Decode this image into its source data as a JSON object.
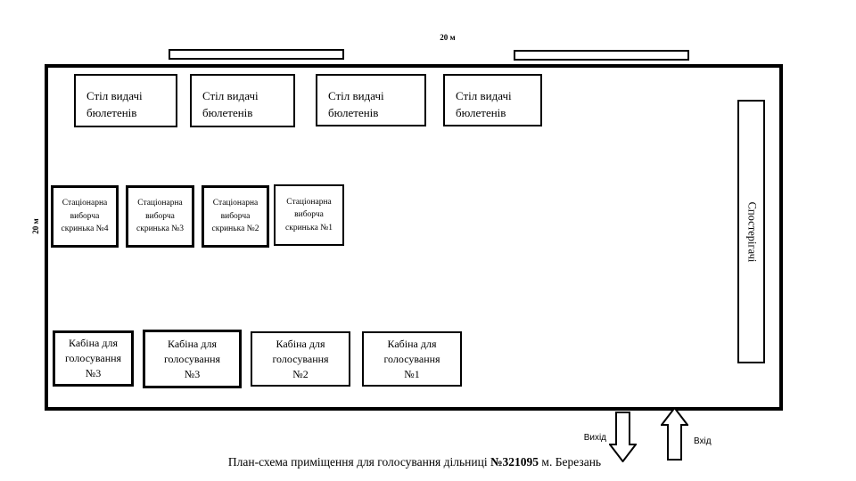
{
  "diagram": {
    "dimensions": {
      "top": "20 м",
      "left": "20 м"
    },
    "tables": [
      {
        "label": [
          "Стіл видачі",
          "бюлетенів"
        ]
      },
      {
        "label": [
          "Стіл видачі",
          "бюлетенів"
        ]
      },
      {
        "label": [
          "Стіл видачі",
          "бюлетенів"
        ]
      },
      {
        "label": [
          "Стіл видачі",
          "бюлетенів"
        ]
      }
    ],
    "ballot_boxes": [
      {
        "label": [
          "Стаціонарна",
          "виборча",
          "скринька №4"
        ]
      },
      {
        "label": [
          "Стаціонарна",
          "виборча",
          "скринька №3"
        ]
      },
      {
        "label": [
          "Стаціонарна",
          "виборча",
          "скринька №2"
        ]
      },
      {
        "label": [
          "Стаціонарна",
          "виборча",
          "скринька №1"
        ]
      }
    ],
    "booths": [
      {
        "label": [
          "Кабіна для",
          "голосування",
          "№3"
        ]
      },
      {
        "label": [
          "Кабіна для",
          "голосування",
          "№3"
        ]
      },
      {
        "label": [
          "Кабіна для",
          "голосування",
          "№2"
        ]
      },
      {
        "label": [
          "Кабіна для",
          "голосування",
          "№1"
        ]
      }
    ],
    "observers_label": "Спостерігачі",
    "exit_label": "Вихід",
    "entrance_label": "Вхід",
    "caption": {
      "prefix": "План-схема приміщення для голосування дільниці ",
      "number": "№321095",
      "suffix": " м. Березань"
    },
    "colors": {
      "line": "#000000",
      "background": "#ffffff"
    }
  }
}
